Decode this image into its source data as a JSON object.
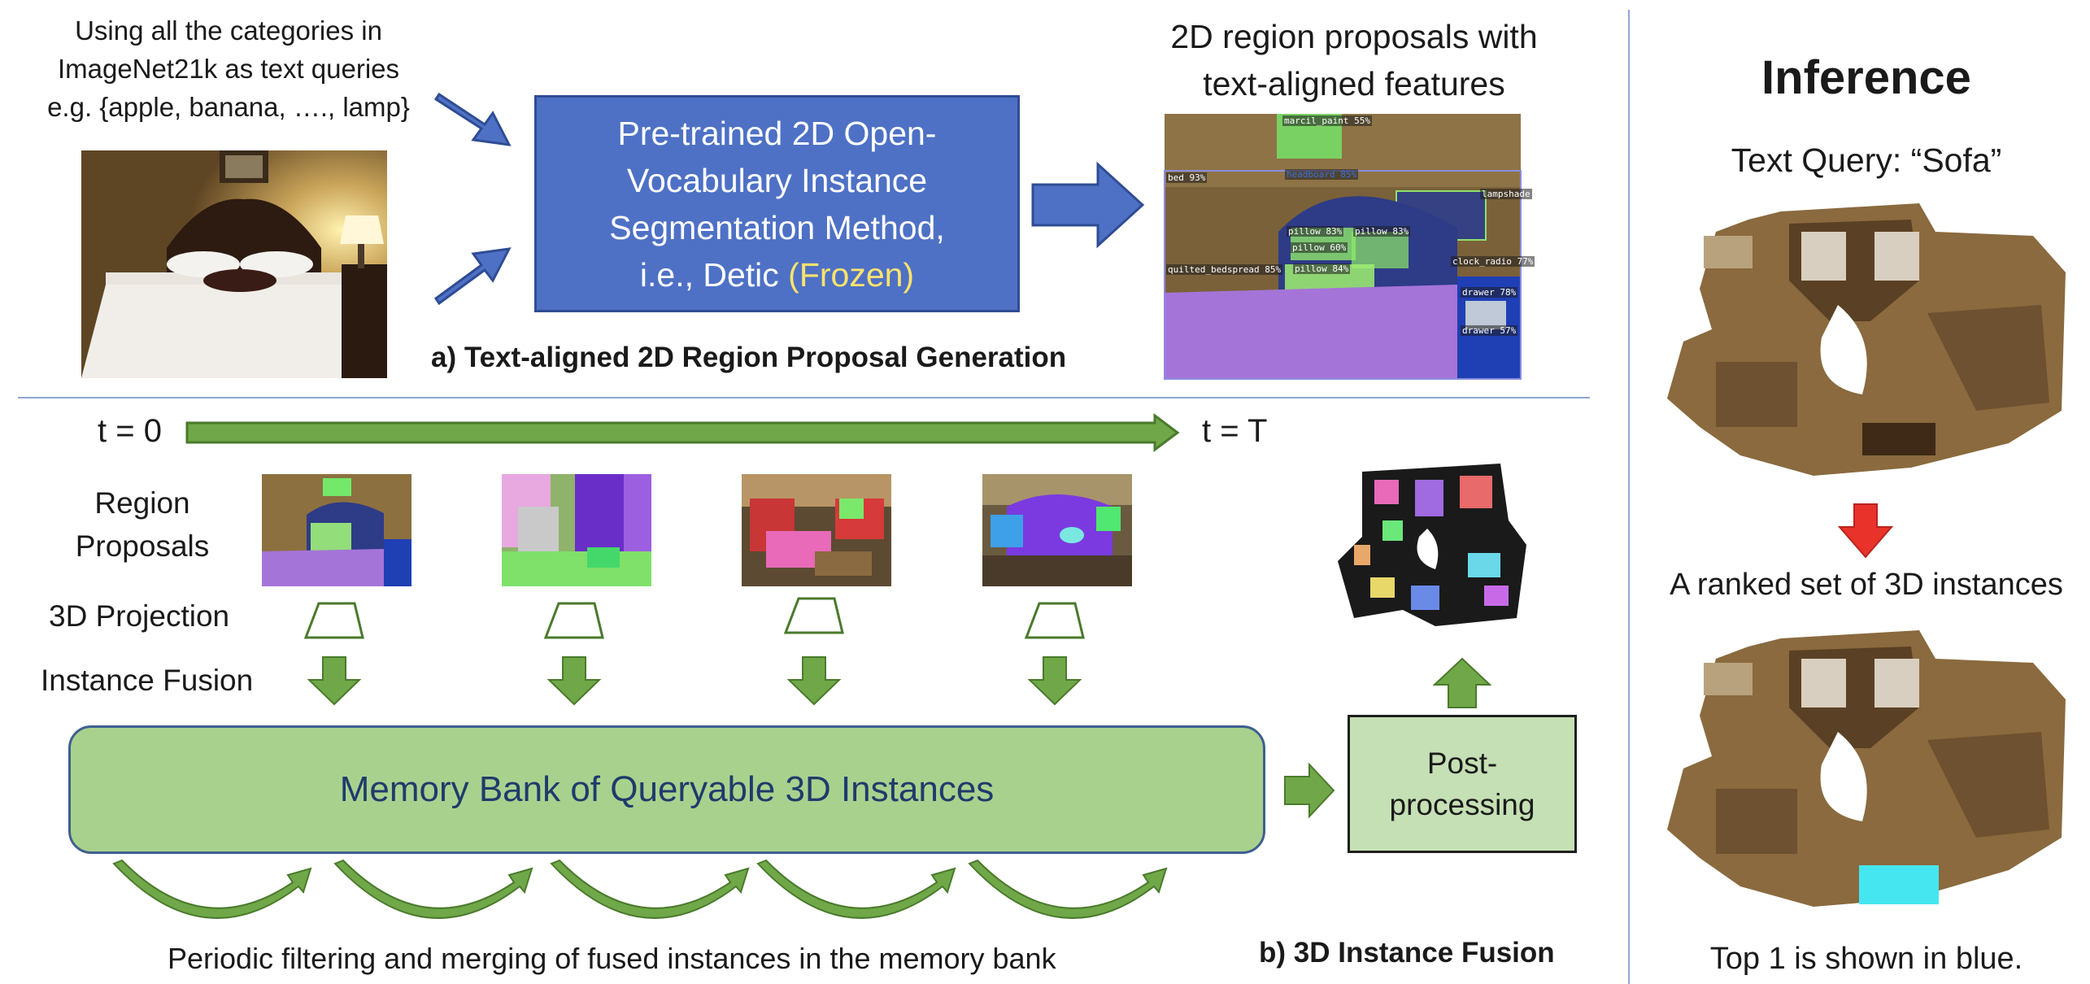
{
  "top": {
    "query_note": [
      "Using all the categories in",
      "ImageNet21k as text queries",
      "e.g. {apple, banana, …., lamp}"
    ],
    "detector_box": {
      "lines": [
        "Pre-trained 2D Open-",
        "Vocabulary Instance",
        "Segmentation Method,"
      ],
      "last_line_prefix": "i.e., Detic ",
      "frozen": "(Frozen)"
    },
    "proposals_title": [
      "2D region proposals with",
      "text-aligned features"
    ],
    "section_label": "a) Text-aligned 2D Region Proposal Generation",
    "seg_labels": {
      "oil_paint": "marcil_paint 55%",
      "bed": "bed 93%",
      "headboard": "headboard 85%",
      "lampshade": "lampshade",
      "pillow1": "pillow 83%",
      "pillow2": "pillow 83%",
      "pillow3": "pillow 60%",
      "pillow4": "pillow 84%",
      "quilt": "quilted_bedspread 85%",
      "clock": "clock_radio 77%",
      "drawer1": "drawer 78%",
      "drawer2": "drawer 57%"
    }
  },
  "middle": {
    "t_start": "t = 0",
    "t_end": "t = T",
    "row_labels": {
      "region_proposals": [
        "Region",
        "Proposals"
      ],
      "projection": "3D Projection",
      "fusion": "Instance Fusion"
    },
    "memory_bank": "Memory Bank of Queryable 3D Instances",
    "postprocessing": [
      "Post-",
      "processing"
    ],
    "periodic_caption": "Periodic filtering and merging of fused instances in the memory bank",
    "section_label": "b) 3D Instance Fusion"
  },
  "right": {
    "title": "Inference",
    "query": "Text Query: “Sofa”",
    "ranked": "A ranked set of 3D instances",
    "top1": "Top 1 is shown in blue."
  },
  "colors": {
    "blue_box": "#4e71c5",
    "green_arrow": "#70a849",
    "memory_bank": "#a9d18e",
    "red_arrow": "#e8322a",
    "sofa_highlight": "#46e6f0"
  }
}
